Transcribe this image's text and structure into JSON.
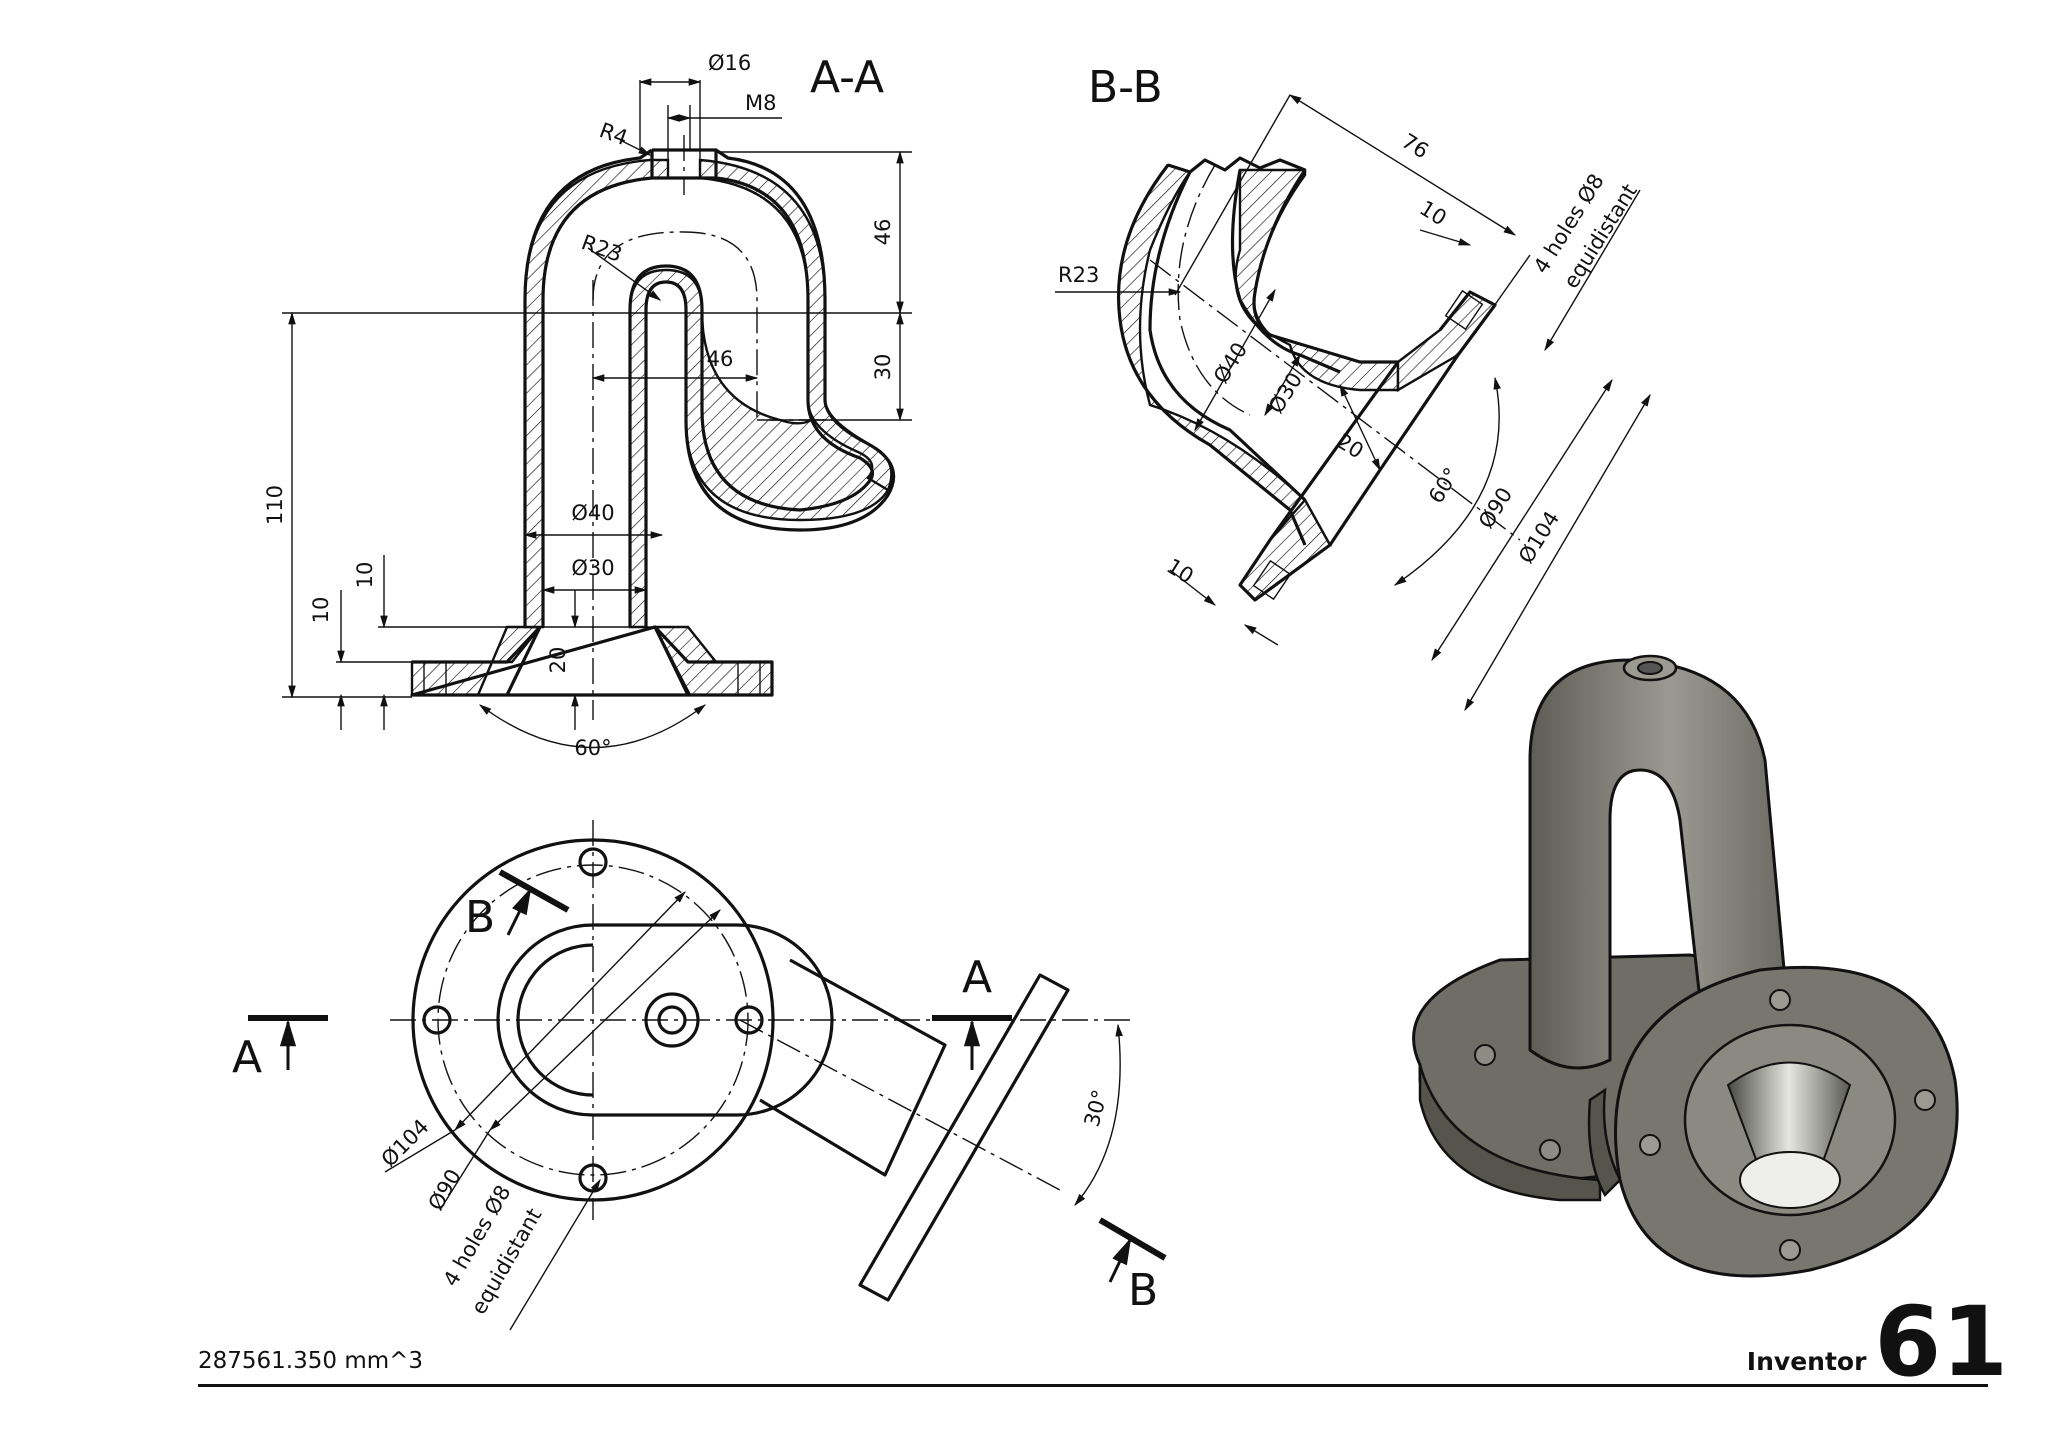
{
  "sheet": {
    "volume": "287561.350 mm^3",
    "software": "Inventor",
    "exercise_number": "61"
  },
  "section_aa": {
    "title": "A-A",
    "dims": {
      "d16": "Ø16",
      "m8": "M8",
      "r4": "R4",
      "r23": "R23",
      "h46": "46",
      "h30": "30",
      "w46": "46",
      "h110": "110",
      "d40": "Ø40",
      "d30": "Ø30",
      "t10a": "10",
      "t10b": "10",
      "h20": "20",
      "a60": "60°"
    }
  },
  "section_bb": {
    "title": "B-B",
    "dims": {
      "l76": "76",
      "l10": "10",
      "holes_line1": "4 holes Ø8",
      "holes_line2": "equidistant",
      "r23": "R23",
      "d40": "Ø40",
      "d30": "Ø30",
      "h20": "20",
      "a60": "60°",
      "d90": "Ø90",
      "d104": "Ø104",
      "t10": "10"
    }
  },
  "top_view": {
    "label_a_left": "A",
    "label_a_right": "A",
    "label_b_top": "B",
    "label_b_bottom": "B",
    "dims": {
      "d104": "Ø104",
      "d90": "Ø90",
      "holes_line1": "4 holes Ø8",
      "holes_line2": "equidistant",
      "a30": "30°"
    }
  },
  "colors": {
    "line": "#111111",
    "paper": "#ffffff",
    "model_gray": "#7d7d74"
  }
}
